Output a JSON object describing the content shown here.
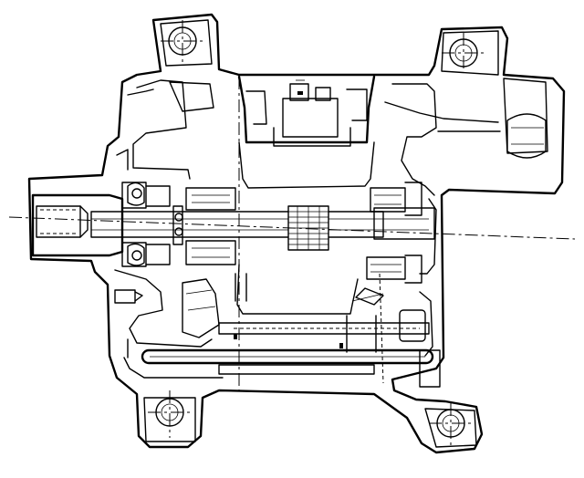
{
  "drawing": {
    "colors": {
      "ink": "#000000",
      "paper": "#ffffff"
    },
    "icon_names": [
      "housing-outline",
      "mounting-ear",
      "bolt-hole",
      "input-shaft",
      "spline-gear",
      "bearing",
      "oil-seal",
      "tie-rod",
      "idler-shaft",
      "centerline"
    ]
  }
}
